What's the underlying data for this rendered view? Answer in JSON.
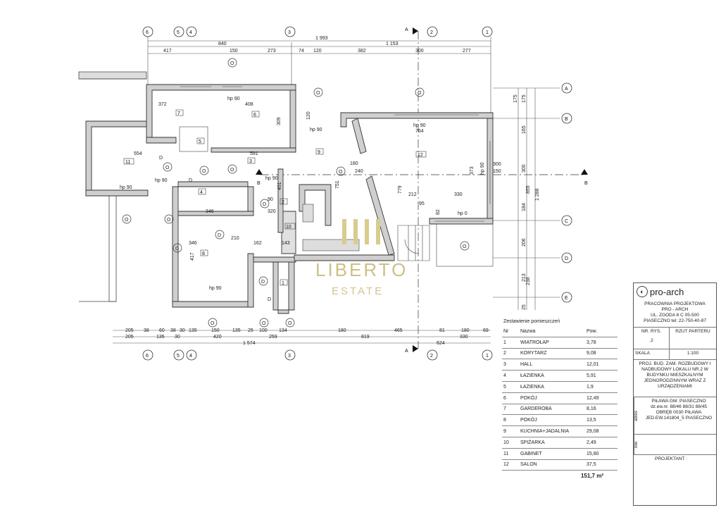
{
  "axes_top": [
    "6",
    "5",
    "4",
    "3",
    "2",
    "1"
  ],
  "axes_bottom": [
    "6",
    "5",
    "4",
    "3",
    "2",
    "1"
  ],
  "axes_right": [
    "A",
    "B",
    "C",
    "D",
    "E"
  ],
  "section_markers": [
    "A",
    "A",
    "B",
    "B"
  ],
  "dims_top_overall": "1 993",
  "dims_top_row1": [
    "840",
    "1 153"
  ],
  "dims_top_row2": [
    "417",
    "150",
    "273",
    "74",
    "120",
    "382",
    "300",
    "277"
  ],
  "dims_bottom_row1": [
    "205",
    "38",
    "60",
    "38",
    "30",
    "135",
    "150",
    "135",
    "25",
    "100",
    "134",
    "180",
    "465",
    "81",
    "180",
    "69"
  ],
  "dims_bottom_row2": [
    "205",
    "135",
    "30",
    "420",
    "259",
    "819",
    "330"
  ],
  "dims_bottom_row3": [
    "1 574",
    "624"
  ],
  "dims_right_row1": [
    "175",
    "175",
    "165",
    "300",
    "184",
    "206",
    "213",
    "25"
  ],
  "dims_right_row2": [
    "855",
    "238"
  ],
  "dims_right_overall": "1 288",
  "rooms": [
    "1",
    "2",
    "3",
    "4",
    "5",
    "6",
    "7",
    "8",
    "9",
    "10",
    "11",
    "12"
  ],
  "room_dims": [
    "372",
    "408",
    "309",
    "554",
    "591",
    "346",
    "346",
    "320",
    "764",
    "373",
    "330",
    "212",
    "779",
    "751",
    "401",
    "417",
    "162",
    "143",
    "95",
    "82",
    "90",
    "210",
    "240",
    "180",
    "300",
    "150",
    "120"
  ],
  "labels_hp": [
    "hp 90",
    "hp 90",
    "hp 90",
    "hp 90",
    "hp 90",
    "hp 90",
    "hp 90",
    "hp 90",
    "hp 0"
  ],
  "labels_o": [
    "O",
    "O",
    "O",
    "O",
    "O",
    "O",
    "O",
    "O",
    "O",
    "O",
    "O",
    "O",
    "O"
  ],
  "labels_d": [
    "D",
    "D",
    "D",
    "D",
    "D",
    "D",
    "D"
  ],
  "watermark": {
    "line1": "LIBERTO",
    "line2": "ESTATE"
  },
  "legend": {
    "title": "Zestawienie pomieszczeń",
    "headers": [
      "Nr",
      "Nazwa",
      "Pow."
    ],
    "rows": [
      [
        "1",
        "WIATROŁAP",
        "3,78"
      ],
      [
        "2",
        "KORYTARZ",
        "9,08"
      ],
      [
        "3",
        "HALL",
        "12,01"
      ],
      [
        "4",
        "ŁAZIENKA",
        "5,91"
      ],
      [
        "5",
        "ŁAZIENKA",
        "1,9"
      ],
      [
        "6",
        "POKÓJ",
        "12,49"
      ],
      [
        "7",
        "GARDEROBA",
        "8,16"
      ],
      [
        "8",
        "POKÓJ",
        "13,5"
      ],
      [
        "9",
        "KUCHNIA+JADALNIA",
        "29,08"
      ],
      [
        "10",
        "SPIŻARKA",
        "2,49"
      ],
      [
        "11",
        "GABINET",
        "15,80"
      ],
      [
        "12",
        "SALON",
        "37,5"
      ]
    ],
    "total": "151,7 m²"
  },
  "title_block": {
    "brand": "pro-arch",
    "firm_line1": "PRACOWNIA PROJEKTOWA",
    "firm_line2": "PRO - ARCH",
    "firm_line3": "UL. ZGODA 8 C 05-500",
    "firm_line4": "PIASECZNO tel: 22-750-40-87",
    "nr_rys_label": "NR. RYS.",
    "nr_rys_value": ".2",
    "sheet_title": "RZUT PARTERU",
    "skala_label": "SKALA",
    "skala_value": "1:100",
    "project_desc": "PROJ. BUD. ZAM. ROZBUDOWY I NADBUDOWY LOKALU NR.2 W BUDYNKU MIESZKALNYM JEDNORODZINNYM WRAZ Z URZĄDZENIAMI",
    "address_label": "adres",
    "address": "PIŁAWA GM. PIASECZNO dz.ew.nr. 88/46 88/31 88/45 OBRĘB 0030 PIŁAWA JED.EW.141804_5 PIASECZNO",
    "inw_label": "inw.",
    "projektant_label": "PROJEKTANT :"
  }
}
